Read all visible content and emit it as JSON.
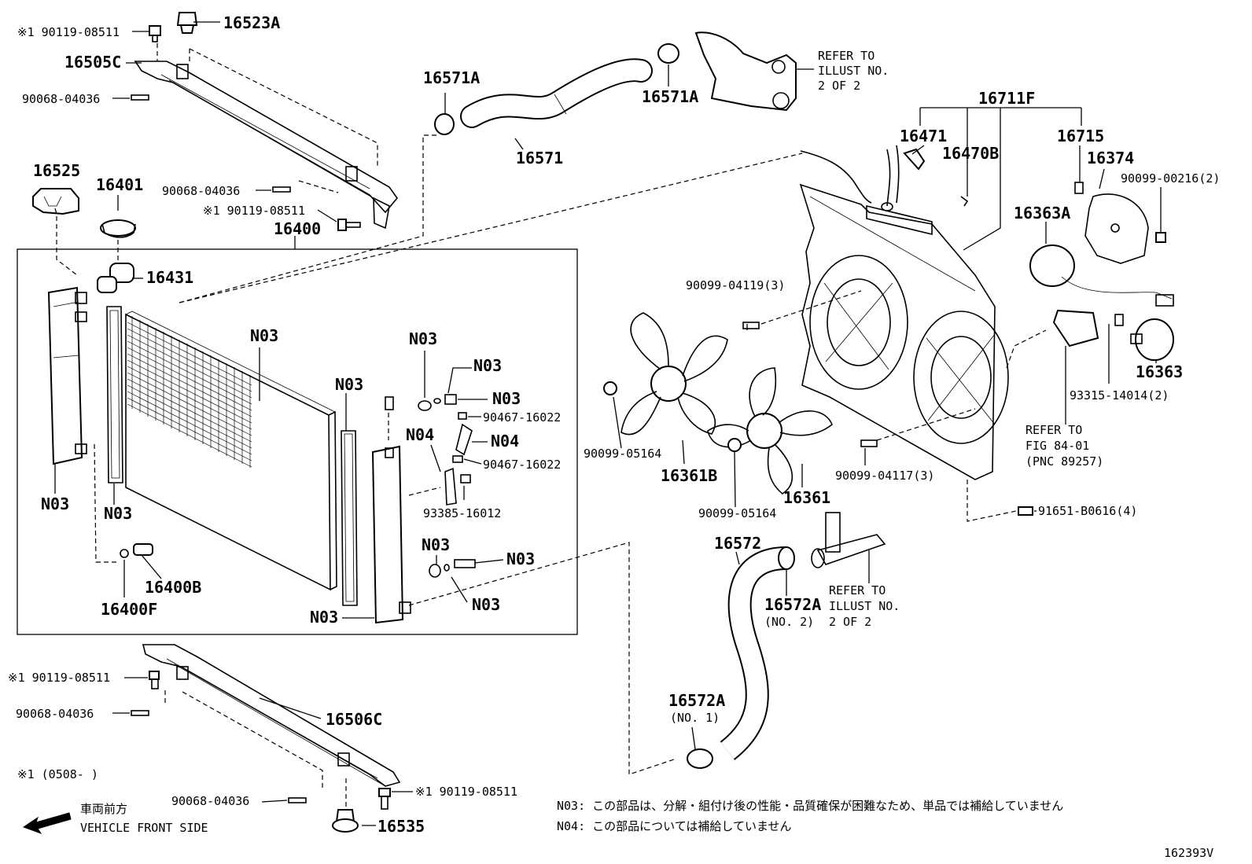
{
  "parts": {
    "p16523A": "16523A",
    "p16505C": "16505C",
    "p16571A_1": "16571A",
    "p16571A_2": "16571A",
    "p16571": "16571",
    "p16711F": "16711F",
    "p16471": "16471",
    "p16470B": "16470B",
    "p16715": "16715",
    "p16374": "16374",
    "p16363A": "16363A",
    "p16363": "16363",
    "p16525": "16525",
    "p16401": "16401",
    "p16400": "16400",
    "p16431": "16431",
    "p16400B": "16400B",
    "p16400F": "16400F",
    "p16361B": "16361B",
    "p16361": "16361",
    "p16572": "16572",
    "p16572A_1": "16572A",
    "p16572A_2": "16572A",
    "p16506C": "16506C",
    "p16535": "16535"
  },
  "numbers": {
    "n_star_top1": "※1 90119-08511",
    "n_90068_top1": "90068-04036",
    "n_90068_top2": "90068-04036",
    "n_star_top2": "※1 90119-08511",
    "n_90099_00216": "90099-00216(2)",
    "n_90099_04119": "90099-04119(3)",
    "n_90467_a": "90467-16022",
    "n_90467_b": "90467-16022",
    "n_93385": "93385-16012",
    "n_90099_05164_a": "90099-05164",
    "n_90099_05164_b": "90099-05164",
    "n_90099_04117": "90099-04117(3)",
    "n_93315": "93315-14014(2)",
    "n_91651": "91651-B0616(4)",
    "n_star_bot1": "※1 90119-08511",
    "n_90068_bot1": "90068-04036",
    "n_90068_bot2": "90068-04036",
    "n_star_bot2": "※1 90119-08511"
  },
  "nlabels": {
    "n03_a": "N03",
    "n03_b": "N03",
    "n03_c": "N03",
    "n03_d": "N03",
    "n03_e": "N03",
    "n03_f": "N03",
    "n03_g": "N03",
    "n03_h": "N03",
    "n03_i": "N03",
    "n03_j": "N03",
    "n03_k": "N03",
    "n04_a": "N04",
    "n04_b": "N04"
  },
  "refs": {
    "ref1": [
      "REFER TO",
      "ILLUST NO.",
      "2 OF 2"
    ],
    "ref2": [
      "REFER TO",
      "FIG 84-01",
      "(PNC 89257)"
    ],
    "ref3": [
      "REFER TO",
      "ILLUST NO.",
      "2 OF 2"
    ]
  },
  "sub": {
    "no2": "(NO. 2)",
    "no1": "(NO. 1)"
  },
  "footer": {
    "period": "※1 (0508-      )",
    "front_jp": "車両前方",
    "front_en": "VEHICLE FRONT SIDE",
    "note_n03": "N03: この部品は、分解・組付け後の性能・品質確保が困難なため、単品では補給していません",
    "note_n04": "N04: この部品については補給していません",
    "illust_no": "162393V"
  }
}
